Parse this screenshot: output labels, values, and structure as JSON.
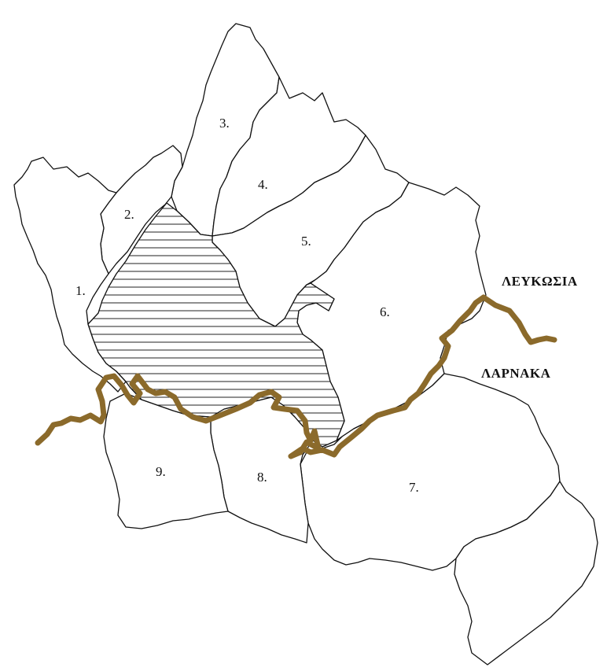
{
  "map": {
    "regions": [
      {
        "id": "1",
        "label": "1."
      },
      {
        "id": "2",
        "label": "2."
      },
      {
        "id": "3",
        "label": "3."
      },
      {
        "id": "4",
        "label": "4."
      },
      {
        "id": "5",
        "label": "5."
      },
      {
        "id": "6",
        "label": "6."
      },
      {
        "id": "7",
        "label": "7."
      },
      {
        "id": "8",
        "label": "8."
      },
      {
        "id": "9",
        "label": "9."
      }
    ],
    "districts": {
      "north": "ΛΕΥΚΩΣΙΑ",
      "south": "ΛΑΡΝΑΚΑ"
    },
    "colors": {
      "boundary": "#8B6A2B",
      "outline": "#111111",
      "background": "#ffffff"
    }
  }
}
